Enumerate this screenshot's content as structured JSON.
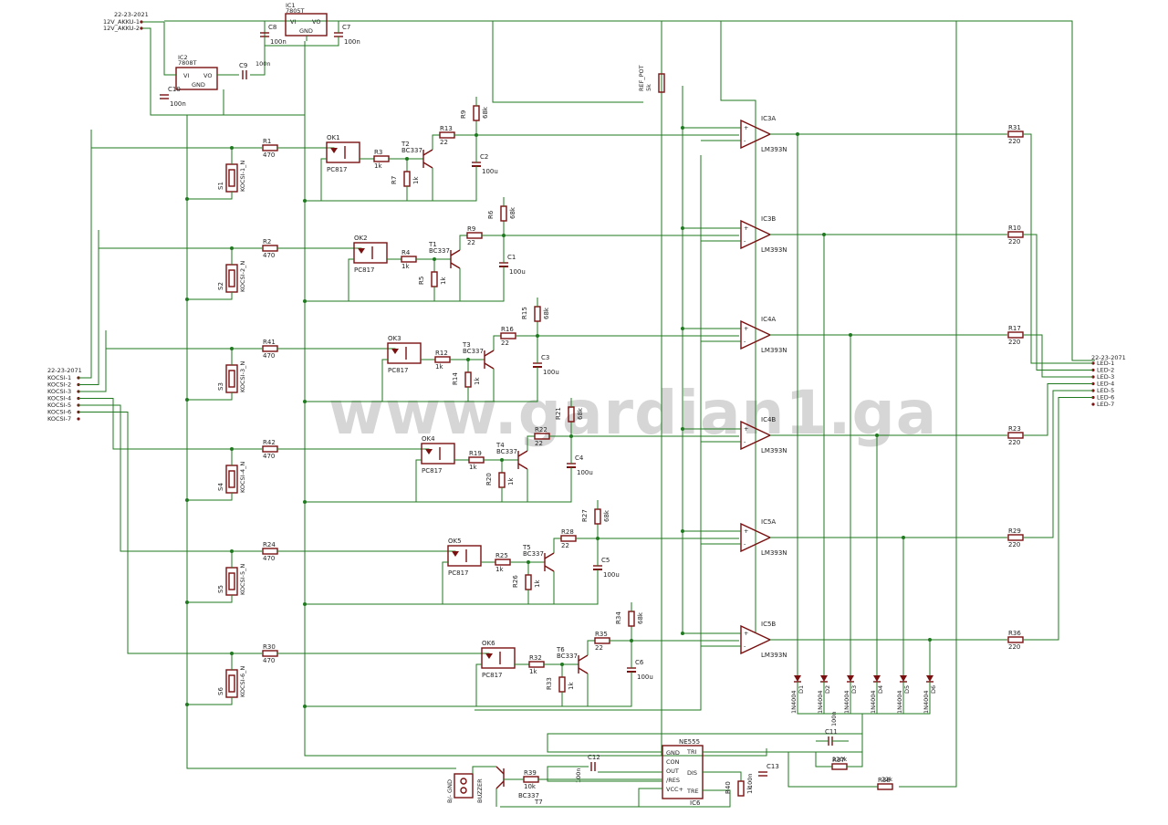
{
  "watermark": "www.gardian1.ga",
  "power": {
    "connector": "22-23-2021",
    "pins": [
      "12V_AKKU-1",
      "12V_AKKU-2"
    ],
    "ic1": {
      "ref": "IC1",
      "part": "7805T",
      "pins": [
        "VI",
        "VO",
        "GND"
      ]
    },
    "ic2": {
      "ref": "IC2",
      "part": "7808T",
      "pins": [
        "VI",
        "VO",
        "GND"
      ]
    },
    "caps": [
      {
        "ref": "C8",
        "value": "100n"
      },
      {
        "ref": "C7",
        "value": "100n"
      },
      {
        "ref": "C9",
        "value": "100n"
      },
      {
        "ref": "C10",
        "value": "100n"
      }
    ]
  },
  "input_connector": {
    "ref": "22-23-2071",
    "pins": [
      "KOCSI-1",
      "KOCSI-2",
      "KOCSI-3",
      "KOCSI-4",
      "KOCSI-5",
      "KOCSI-6",
      "KOCSI-7"
    ]
  },
  "output_connector": {
    "ref": "22-23-2071",
    "pins": [
      "LED-1",
      "LED-2",
      "LED-3",
      "LED-4",
      "LED-5",
      "LED-6",
      "LED-7"
    ]
  },
  "ref_pot": {
    "name": "REF_POT",
    "value": "5k"
  },
  "channels": [
    {
      "in_r": "R1",
      "in_v": "470",
      "sw": "S1",
      "sw_pins": "KOCSI-1_N",
      "ok": "OK1",
      "t": "T2",
      "rb": "R3",
      "rbe": "R7",
      "rc": "R13",
      "rpu": "R9",
      "cap": "C2",
      "cmp": "IC3A",
      "out_r": "R31"
    },
    {
      "in_r": "R2",
      "in_v": "470",
      "sw": "S2",
      "sw_pins": "KOCSI-2_N",
      "ok": "OK2",
      "t": "T1",
      "rb": "R4",
      "rbe": "R5",
      "rc": "R9",
      "rpu": "R6",
      "cap": "C1",
      "cmp": "IC3B",
      "out_r": "R10"
    },
    {
      "in_r": "R41",
      "in_v": "470",
      "sw": "S3",
      "sw_pins": "KOCSI-3_N",
      "ok": "OK3",
      "t": "T3",
      "rb": "R12",
      "rbe": "R14",
      "rc": "R16",
      "rpu": "R15",
      "cap": "C3",
      "cmp": "IC4A",
      "out_r": "R17"
    },
    {
      "in_r": "R42",
      "in_v": "470",
      "sw": "S4",
      "sw_pins": "KOCSI-4_N",
      "ok": "OK4",
      "t": "T4",
      "rb": "R19",
      "rbe": "R20",
      "rc": "R22",
      "rpu": "R21",
      "cap": "C4",
      "cmp": "IC4B",
      "out_r": "R23"
    },
    {
      "in_r": "R24",
      "in_v": "470",
      "sw": "S5",
      "sw_pins": "KOCSI-5_N",
      "ok": "OK5",
      "t": "T5",
      "rb": "R25",
      "rbe": "R26",
      "rc": "R28",
      "rpu": "R27",
      "cap": "C5",
      "cmp": "IC5A",
      "out_r": "R29"
    },
    {
      "in_r": "R30",
      "in_v": "470",
      "sw": "S6",
      "sw_pins": "KOCSI-6_N",
      "ok": "OK6",
      "t": "T6",
      "rb": "R32",
      "rbe": "R33",
      "rc": "R35",
      "rpu": "R34",
      "cap": "C6",
      "cmp": "IC5B",
      "out_r": "R36"
    }
  ],
  "common_values": {
    "opto": "PC817",
    "transistor": "BC337",
    "base_res": "1k",
    "be_res": "1k",
    "coll_res": "22",
    "pullup": "68k",
    "cap": "100u",
    "comparator": "LM393N",
    "out_res": "220"
  },
  "diodes": [
    {
      "ref": "D1",
      "part": "1N4004"
    },
    {
      "ref": "D2",
      "part": "1N4004"
    },
    {
      "ref": "D3",
      "part": "1N4004"
    },
    {
      "ref": "D4",
      "part": "1N4004"
    },
    {
      "ref": "D5",
      "part": "1N4004"
    },
    {
      "ref": "D6",
      "part": "1N4004"
    }
  ],
  "timer": {
    "ref": "IC6",
    "part": "NE555",
    "pins_left": [
      "GND",
      "CON",
      "OUT",
      "/RES",
      "VCC+"
    ],
    "pins_right": [
      "TRI",
      "DIS",
      "TRE"
    ],
    "c11": {
      "ref": "C11",
      "value": "100n"
    },
    "r37": {
      "ref": "R37",
      "value": "220k"
    },
    "r38": {
      "ref": "R38",
      "value": "22k"
    },
    "r40": {
      "ref": "R40",
      "value": "1k"
    },
    "c12": {
      "ref": "C12",
      "value": "100n"
    },
    "c13": {
      "ref": "C13",
      "value": "100n"
    }
  },
  "buzzer": {
    "ref": "BUZZER",
    "pins": "B/- GND",
    "t7": {
      "ref": "T7",
      "part": "BC337"
    },
    "r39": {
      "ref": "R39",
      "value": "10k"
    }
  }
}
